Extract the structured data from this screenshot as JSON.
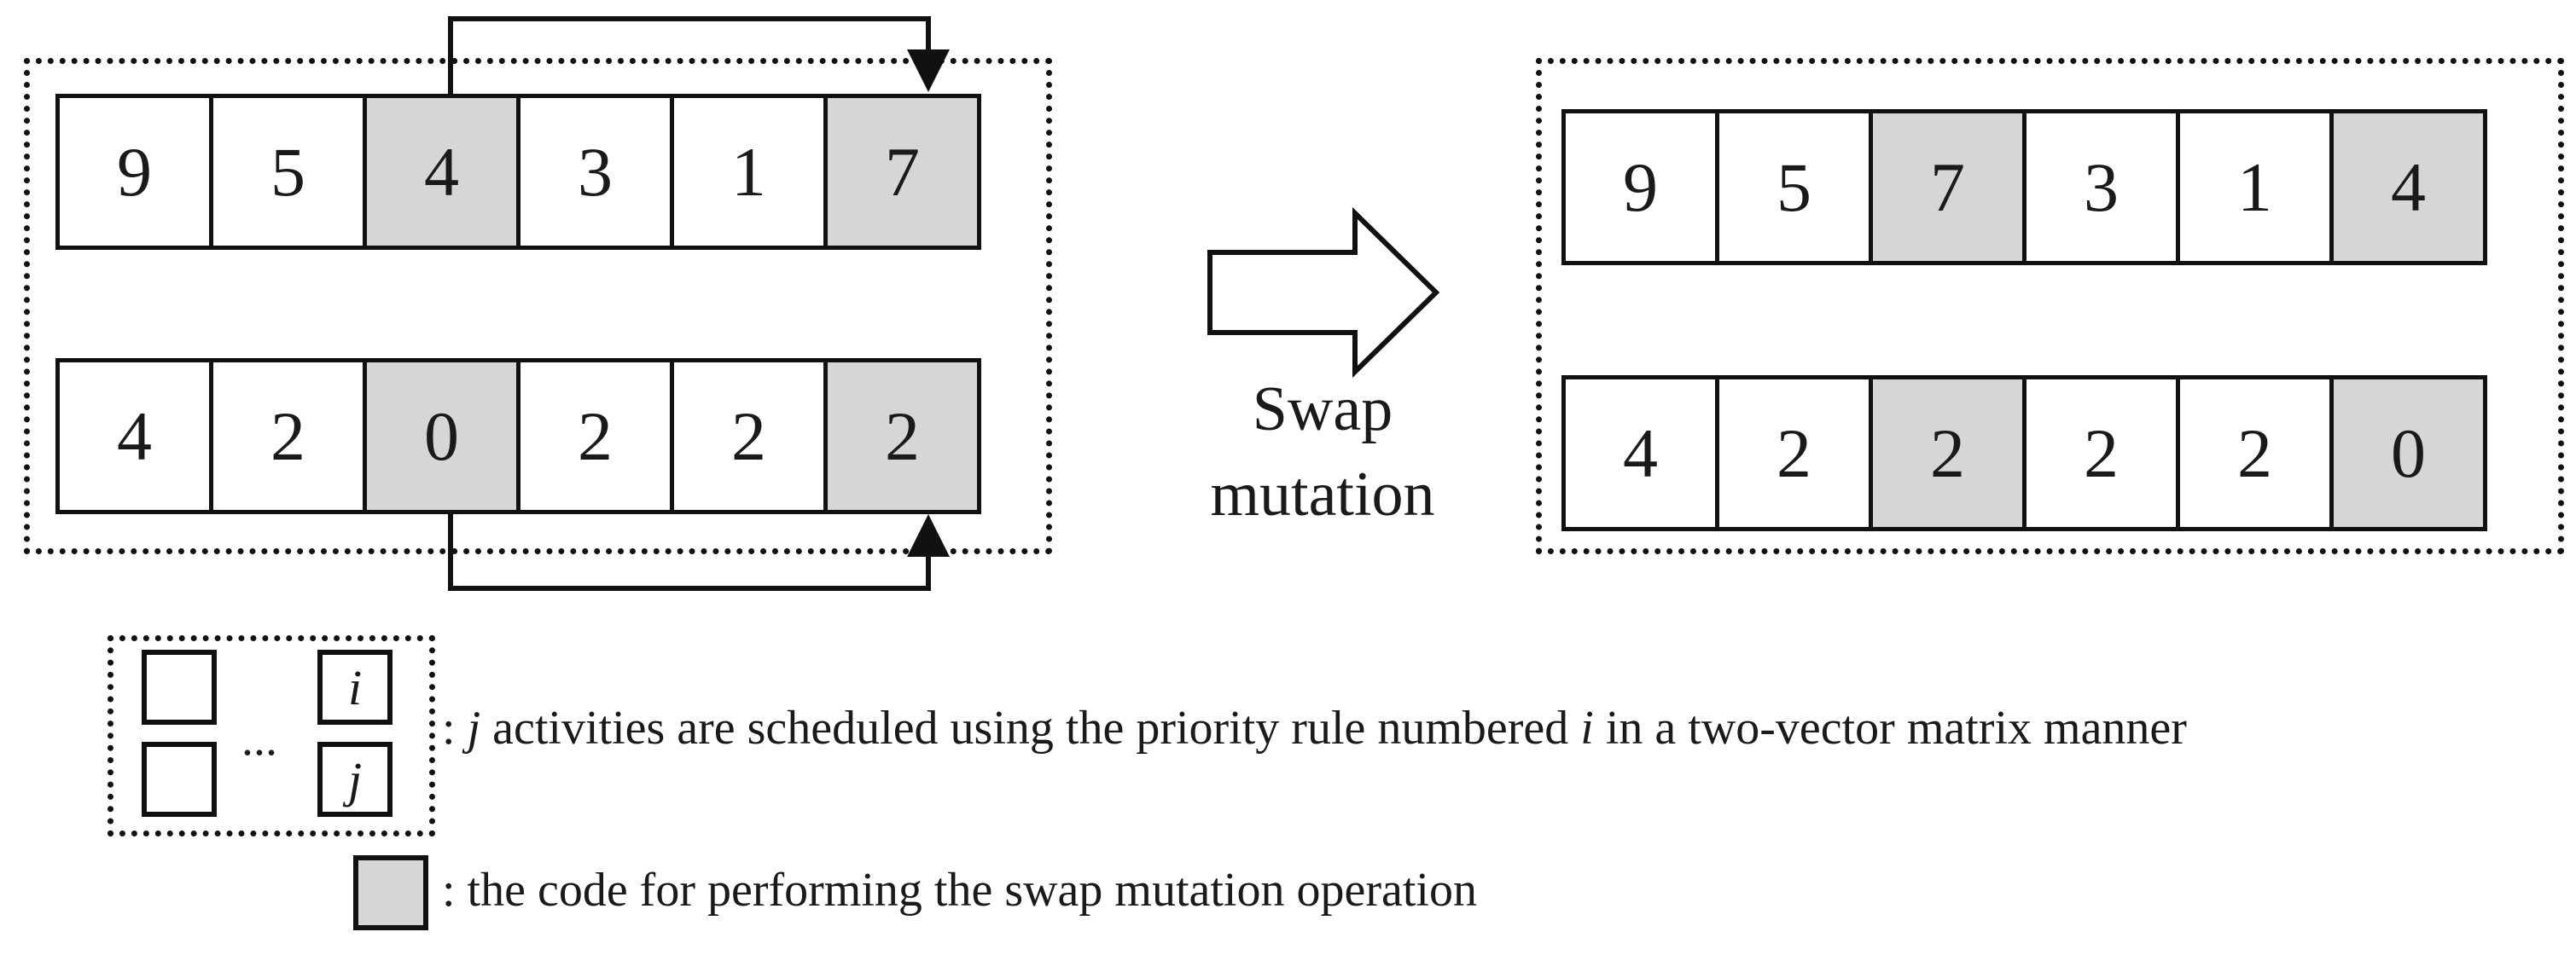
{
  "before": {
    "rules": [
      "9",
      "5",
      "4",
      "3",
      "1",
      "7"
    ],
    "counts": [
      "4",
      "2",
      "0",
      "2",
      "2",
      "2"
    ],
    "highlight": [
      2,
      5
    ]
  },
  "after": {
    "rules": [
      "9",
      "5",
      "7",
      "3",
      "1",
      "4"
    ],
    "counts": [
      "4",
      "2",
      "2",
      "2",
      "2",
      "0"
    ],
    "highlight": [
      2,
      5
    ]
  },
  "operation": {
    "line1": "Swap",
    "line2": "mutation"
  },
  "legend": {
    "box_top_label": "i",
    "box_bottom_label": "j",
    "ellipsis": "...",
    "matrix_desc_prefix": ": ",
    "matrix_desc_j": "j",
    "matrix_desc_mid": " activities are scheduled using the priority rule numbered ",
    "matrix_desc_i": "i",
    "matrix_desc_end": " in a two-vector matrix manner",
    "swap_desc": ": the code for performing the swap mutation operation"
  },
  "colors": {
    "highlight": "#d6d6d6",
    "stroke": "#111111"
  }
}
